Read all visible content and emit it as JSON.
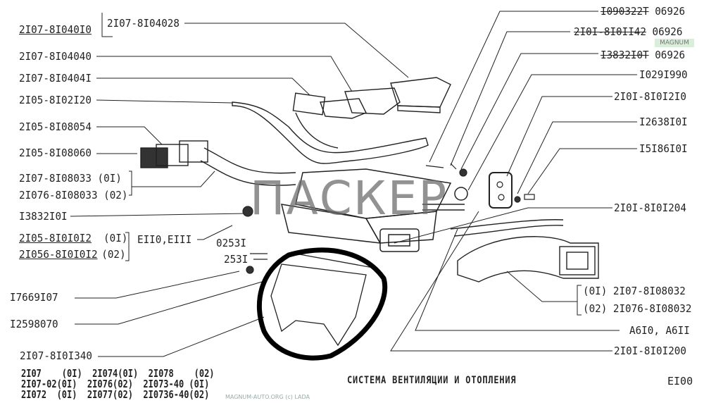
{
  "watermark": "ПАСКЕР",
  "logo_text": "MAGNUM",
  "left_labels": {
    "group_main": "2I07-8I040I0",
    "l1": "2I07-8I04028",
    "l2": "2I07-8I04040",
    "l3": "2I07-8I0404I",
    "l4": "2I05-8I02I20",
    "l5": "2I05-8I08054",
    "l6": "2I05-8I08060",
    "l7a": "2I07-8I08033  (0I)",
    "l7b": "2I076-8I08033 (02)",
    "l8": "I3832I0I",
    "l9a": "2I05-8I0I0I2",
    "l9a_suffix": "(0I)",
    "l9b": "2I056-8I0I0I2",
    "l9b_suffix": "(02)",
    "l9_ref": "EII0,EIII",
    "l10": "0253I",
    "l11": "253I",
    "l12": "I7669I07",
    "l13": "I2598070",
    "l14": "2I07-8I0I340"
  },
  "right_labels": {
    "r1_struck": "I090322T",
    "r1_code": "06926",
    "r2_struck": "2I0I-8I0II42",
    "r2_code": "06926",
    "r3_struck": "I3832I0T",
    "r3_code": "06926",
    "r4": "I029I990",
    "r5": "2I0I-8I0I2I0",
    "r6": "I2638I0I",
    "r7": "I5I86I0I",
    "r8": "2I0I-8I0I204",
    "r9a": "(0I) 2I07-8I08032",
    "r9b": "(02) 2I076-8I08032",
    "r10": "A6I0, A6II",
    "r11": "2I0I-8I0I200"
  },
  "models_table": {
    "row1": "2I07    (0I)  2I074(0I)  2I078    (02)",
    "row2": "2I07-02(0I)  2I076(02)  2I073-40 (0I)",
    "row3": "2I072  (0I)  2I077(02)  2I0736-40(02)"
  },
  "title": "СИСТЕМА  ВЕНТИЛЯЦИИ  И  ОТОПЛЕНИЯ",
  "sheet_code": "EI00",
  "footer": "MAGNUM-AUTO.ORG  (c) LADA"
}
